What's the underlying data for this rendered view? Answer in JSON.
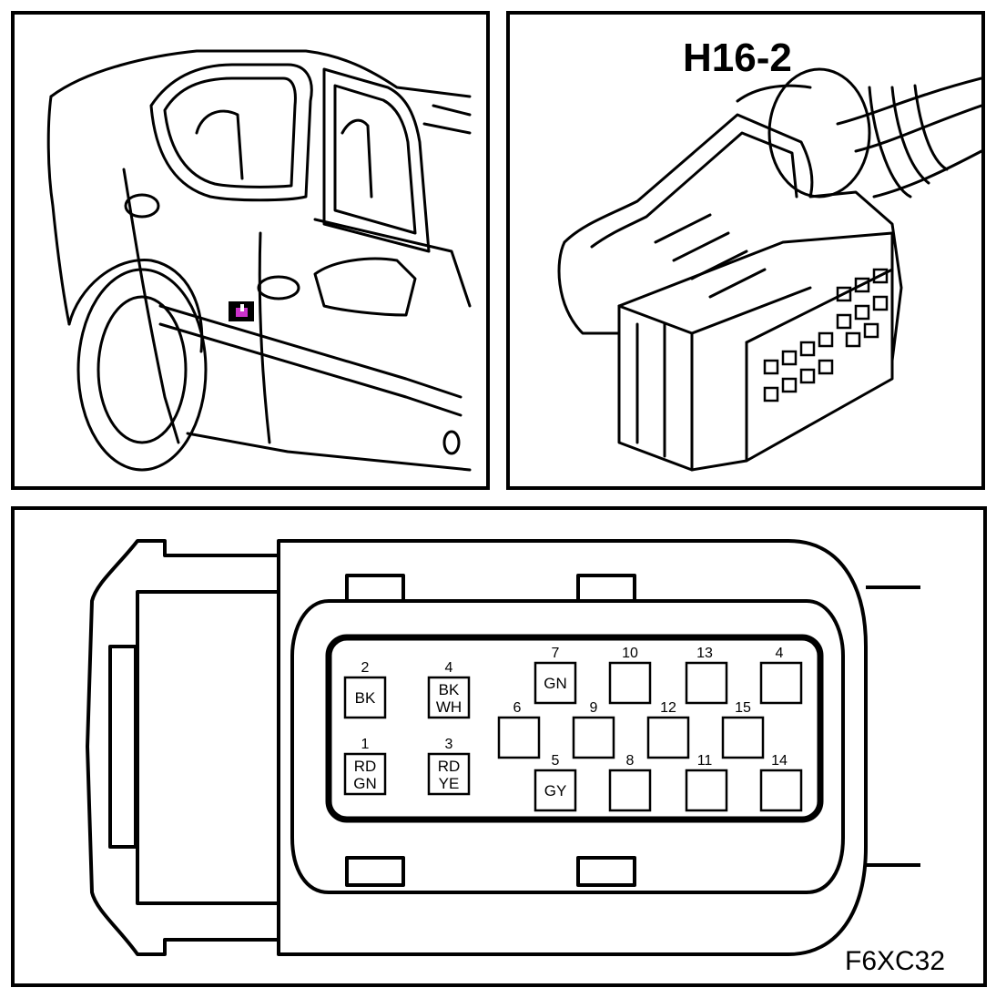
{
  "connector": {
    "id": "H16-2"
  },
  "figure_code": "F6XC32",
  "accent_color": "#cc33cc",
  "pins": [
    {
      "number": "2",
      "wire": [
        "BK"
      ]
    },
    {
      "number": "4",
      "wire": [
        "BK",
        "WH"
      ]
    },
    {
      "number": "1",
      "wire": [
        "RD",
        "GN"
      ]
    },
    {
      "number": "3",
      "wire": [
        "RD",
        "YE"
      ]
    },
    {
      "number": "7",
      "wire": [
        "GN"
      ]
    },
    {
      "number": "10",
      "wire": []
    },
    {
      "number": "13",
      "wire": []
    },
    {
      "number": "4",
      "wire": []
    },
    {
      "number": "6",
      "wire": []
    },
    {
      "number": "9",
      "wire": []
    },
    {
      "number": "12",
      "wire": []
    },
    {
      "number": "15",
      "wire": []
    },
    {
      "number": "5",
      "wire": [
        "GY"
      ]
    },
    {
      "number": "8",
      "wire": []
    },
    {
      "number": "11",
      "wire": []
    },
    {
      "number": "14",
      "wire": []
    }
  ]
}
